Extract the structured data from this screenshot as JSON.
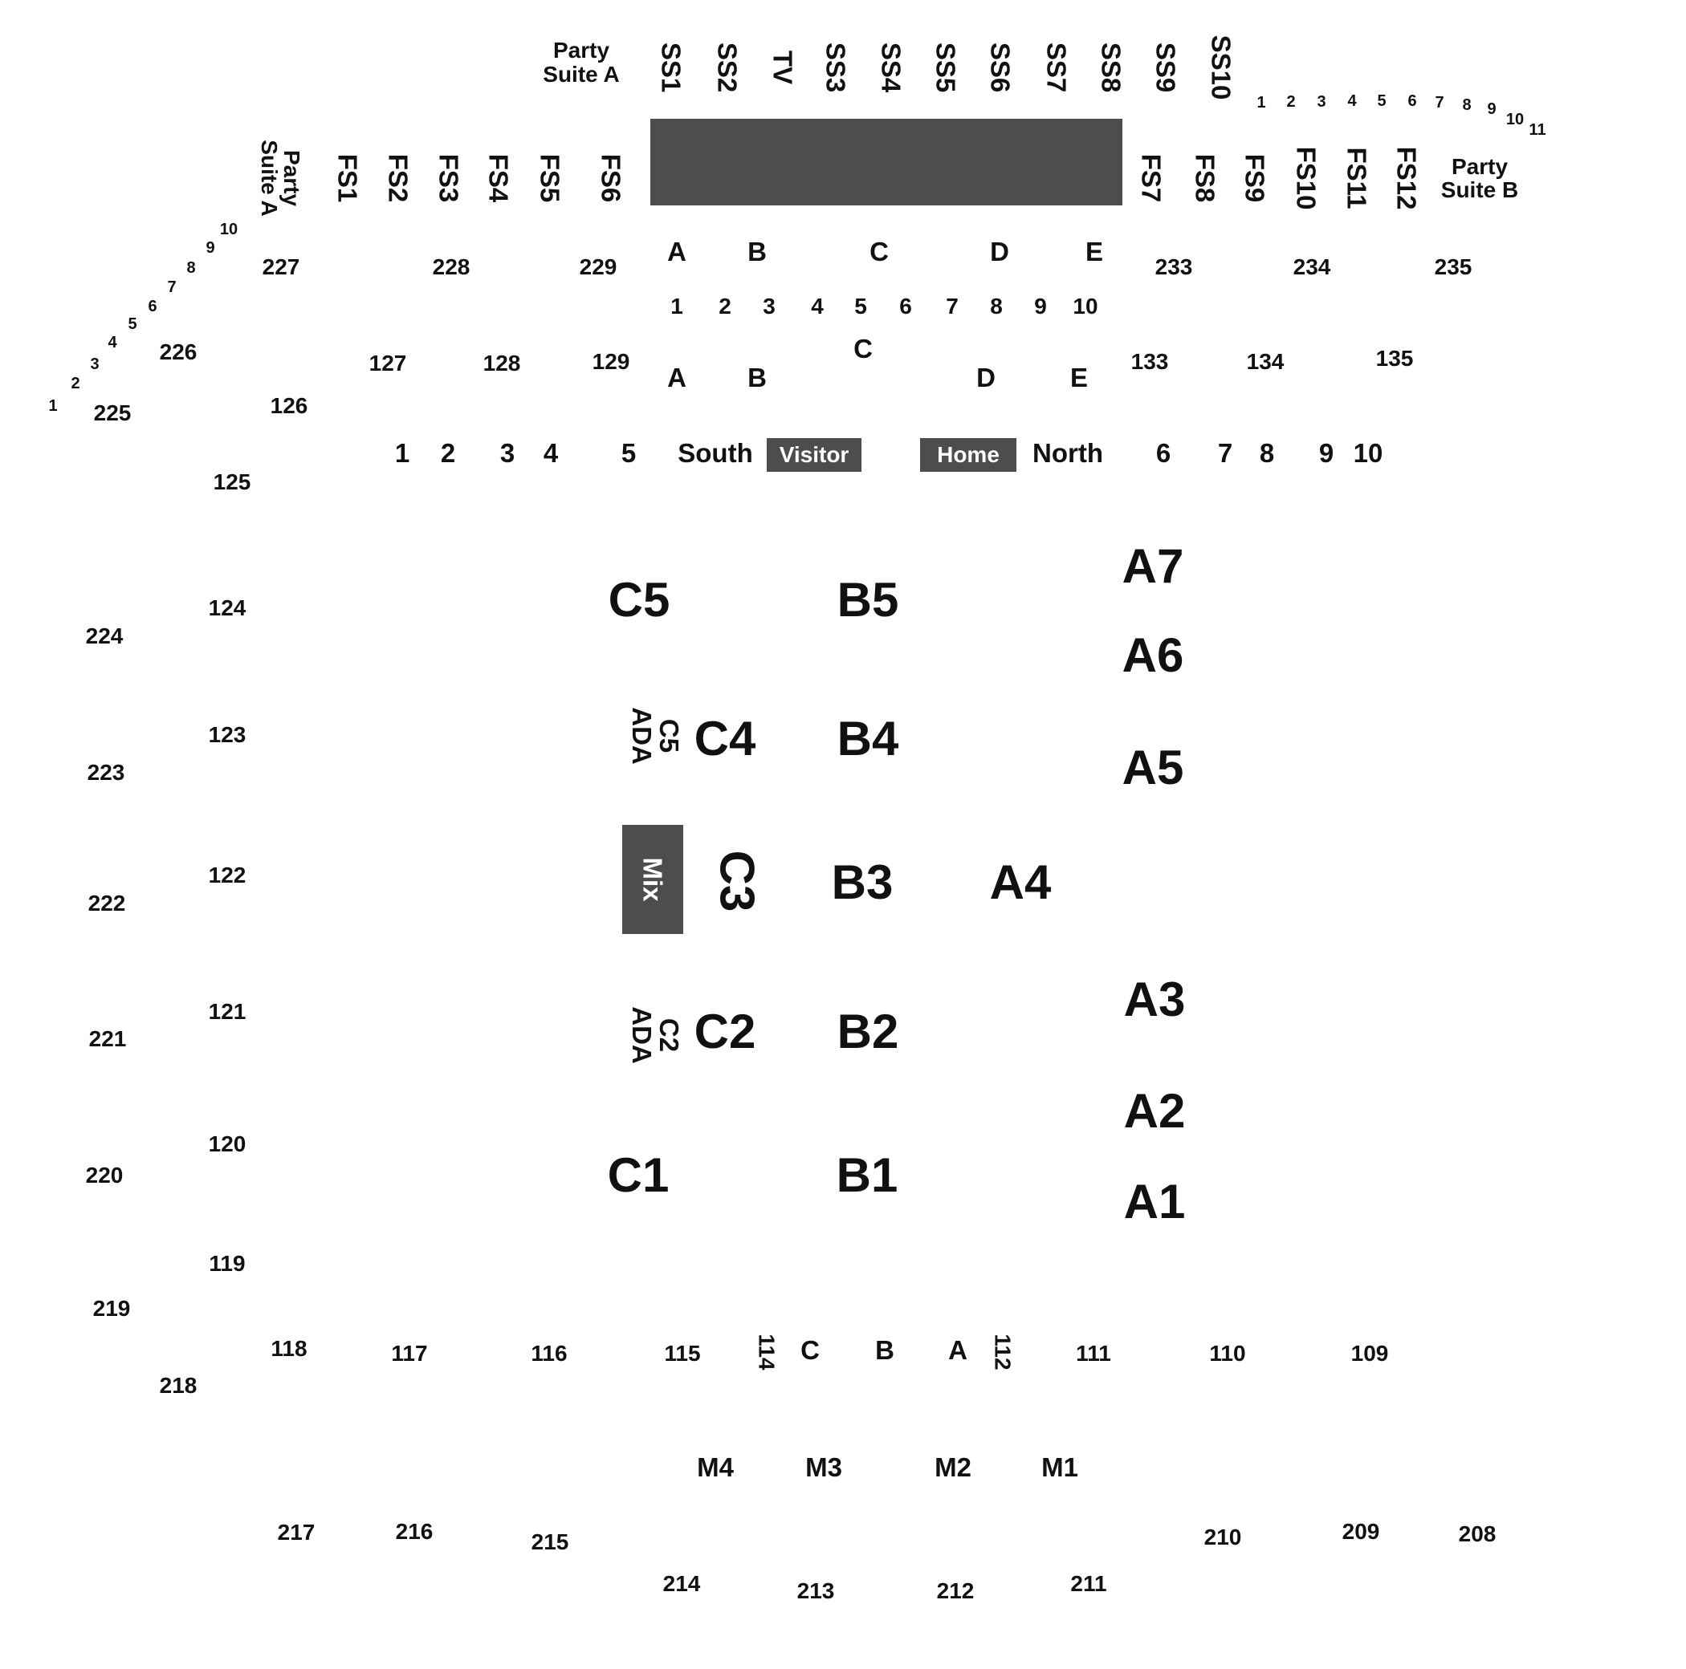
{
  "seating_map": {
    "press_box_fill": "#4d4d4d",
    "text_color": "#111111",
    "party_suite_a": [
      "Party",
      "Suite A"
    ],
    "party_suite_b": [
      "Party",
      "Suite B"
    ],
    "skybox_row": [
      "SS1",
      "SS2",
      "TV",
      "SS3",
      "SS4",
      "SS5",
      "SS6",
      "SS7",
      "SS8",
      "SS9",
      "SS10"
    ],
    "field_suites_left": [
      "FS1",
      "FS2",
      "FS3",
      "FS4",
      "FS5",
      "FS6"
    ],
    "field_suites_right": [
      "FS7",
      "FS8",
      "FS9",
      "FS10",
      "FS11",
      "FS12"
    ],
    "top_right_seats": [
      "1",
      "2",
      "3",
      "4",
      "5",
      "6",
      "7",
      "8",
      "9",
      "10",
      "11"
    ],
    "upper_left_diagonal_seats": [
      "1",
      "2",
      "3",
      "4",
      "5",
      "6",
      "7",
      "8",
      "9",
      "10"
    ],
    "upper_center_rows": [
      "A",
      "B",
      "C",
      "D",
      "E"
    ],
    "center_numbers": [
      "1",
      "2",
      "3",
      "4",
      "5",
      "6",
      "7",
      "8",
      "9",
      "10"
    ],
    "lower_center_rows": [
      "A",
      "B",
      "C",
      "D",
      "E"
    ],
    "bench_numbers_left": [
      "1",
      "2",
      "3",
      "4",
      "5"
    ],
    "bench_numbers_right": [
      "6",
      "7",
      "8",
      "9",
      "10"
    ],
    "end_south": "South",
    "end_north": "North",
    "visitor_bench": "Visitor",
    "home_bench": "Home",
    "sections_upper_top": [
      "227",
      "228",
      "229",
      "233",
      "234",
      "235"
    ],
    "sections_upper_left": [
      "226",
      "225",
      "224",
      "223",
      "222",
      "221",
      "220",
      "219",
      "218"
    ],
    "sections_lower_top": [
      "127",
      "128",
      "129",
      "133",
      "134",
      "135"
    ],
    "sections_lower_left": [
      "126",
      "125",
      "124",
      "123",
      "122",
      "121",
      "120",
      "119",
      "118"
    ],
    "sections_lower_bottom": [
      "117",
      "116",
      "115",
      "114",
      "112",
      "111",
      "110",
      "109"
    ],
    "bottom_rows": [
      "C",
      "B",
      "A"
    ],
    "mezzanine": [
      "M4",
      "M3",
      "M2",
      "M1"
    ],
    "sections_upper_bottom": [
      "217",
      "216",
      "215",
      "214",
      "213",
      "212",
      "211",
      "210",
      "209",
      "208"
    ],
    "floor_c": [
      "C5",
      "C4",
      "C3",
      "C2",
      "C1"
    ],
    "floor_b": [
      "B5",
      "B4",
      "B3",
      "B2",
      "B1"
    ],
    "floor_a": [
      "A7",
      "A6",
      "A5",
      "A4",
      "A3",
      "A2",
      "A1"
    ],
    "ada_c5": [
      "C5",
      "ADA"
    ],
    "ada_c2": [
      "C2",
      "ADA"
    ],
    "mix_position": "Mix"
  }
}
